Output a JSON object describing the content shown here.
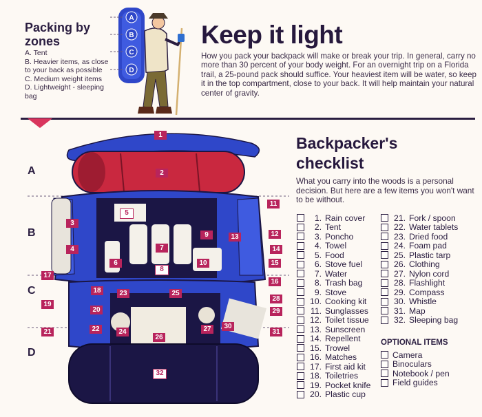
{
  "zones": {
    "title_line1": "Packing by",
    "title_line2": "zones",
    "items": [
      "A. Tent",
      "B. Heavier items, as close to your back as possible",
      "C. Medium weight items",
      "D. Lightweight - sleeping bag"
    ]
  },
  "main": {
    "title": "Keep it light",
    "intro": "How you pack your backpack will make or break your trip. In general, carry no more than 30 percent of your body weight. For an overnight trip on a Florida trail, a 25-pound pack should suffice. Your heaviest item will be water, so keep it in the top compartment, close to your back. It will help maintain your natural center of gravity."
  },
  "checklist": {
    "title_line1": "Backpacker's",
    "title_line2": "checklist",
    "intro": "What you carry into the woods is a personal decision. But here are a few items you won't want to be without.",
    "items_left": [
      {
        "n": "1.",
        "label": "Rain cover"
      },
      {
        "n": "2.",
        "label": "Tent"
      },
      {
        "n": "3.",
        "label": "Poncho"
      },
      {
        "n": "4.",
        "label": "Towel"
      },
      {
        "n": "5.",
        "label": "Food"
      },
      {
        "n": "6.",
        "label": "Stove fuel"
      },
      {
        "n": "7.",
        "label": "Water"
      },
      {
        "n": "8.",
        "label": "Trash bag"
      },
      {
        "n": "9.",
        "label": "Stove"
      },
      {
        "n": "10.",
        "label": "Cooking kit"
      },
      {
        "n": "11.",
        "label": "Sunglasses"
      },
      {
        "n": "12.",
        "label": "Toilet tissue"
      },
      {
        "n": "13.",
        "label": "Sunscreen"
      },
      {
        "n": "14.",
        "label": "Repellent"
      },
      {
        "n": "15.",
        "label": "Trowel"
      },
      {
        "n": "16.",
        "label": "Matches"
      },
      {
        "n": "17.",
        "label": "First aid kit"
      },
      {
        "n": "18.",
        "label": "Toiletries"
      },
      {
        "n": "19.",
        "label": "Pocket knife"
      },
      {
        "n": "20.",
        "label": "Plastic cup"
      }
    ],
    "items_right": [
      {
        "n": "21.",
        "label": "Fork / spoon"
      },
      {
        "n": "22.",
        "label": "Water tablets"
      },
      {
        "n": "23.",
        "label": "Dried food"
      },
      {
        "n": "24.",
        "label": "Foam pad"
      },
      {
        "n": "25.",
        "label": "Plastic tarp"
      },
      {
        "n": "26.",
        "label": "Clothing"
      },
      {
        "n": "27.",
        "label": "Nylon cord"
      },
      {
        "n": "28.",
        "label": "Flashlight"
      },
      {
        "n": "29.",
        "label": "Compass"
      },
      {
        "n": "30.",
        "label": "Whistle"
      },
      {
        "n": "31.",
        "label": "Map"
      },
      {
        "n": "32.",
        "label": "Sleeping bag"
      }
    ],
    "optional_title": "OPTIONAL ITEMS",
    "optional_items": [
      "Camera",
      "Binoculars",
      "Notebook / pen",
      "Field guides"
    ]
  },
  "diagram": {
    "zone_letters": [
      "A",
      "B",
      "C",
      "D"
    ],
    "hiker_zone_letters": [
      "A",
      "B",
      "C",
      "D"
    ],
    "callouts": [
      "1",
      "2",
      "3",
      "4",
      "5",
      "6",
      "7",
      "8",
      "9",
      "10",
      "11",
      "12",
      "13",
      "14",
      "15",
      "16",
      "17",
      "18",
      "19",
      "20",
      "21",
      "22",
      "23",
      "24",
      "25",
      "26",
      "27",
      "28",
      "29",
      "30",
      "31",
      "32"
    ]
  },
  "colors": {
    "pack_blue": "#2f47c9",
    "pack_dark": "#1b1645",
    "tent_red": "#c9283f",
    "tag_magenta": "#b8245c",
    "ink": "#26183d"
  }
}
